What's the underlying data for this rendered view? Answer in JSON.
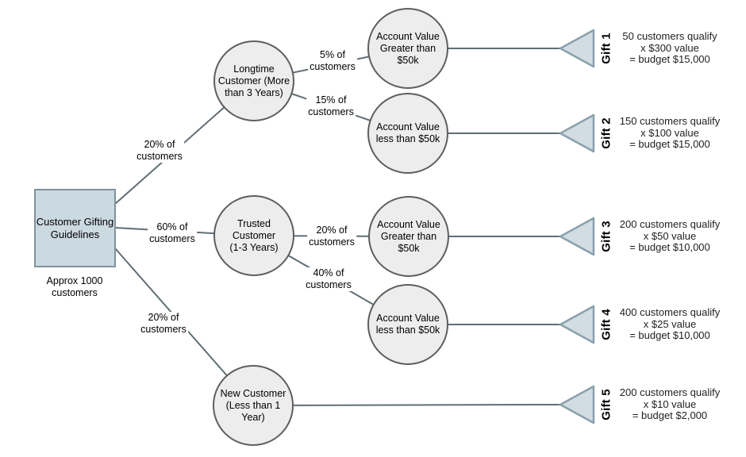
{
  "nodes": {
    "root": "Customer Gifting\nGuidelines",
    "root_caption": "Approx 1000\ncustomers",
    "longtime": "Longtime\nCustomer (More\nthan 3 Years)",
    "longtime_gt": "Account Value\nGreater than\n$50k",
    "longtime_lt": "Account Value\nless than $50k",
    "trusted": "Trusted Customer\n(1-3 Years)",
    "trusted_gt": "Account Value\nGreater than\n$50k",
    "trusted_lt": "Account Value\nless than $50k",
    "new_customer": "New Customer\n(Less than 1\nYear)"
  },
  "edge_labels": {
    "root_longtime": "20% of\ncustomers",
    "root_trusted": "60% of\ncustomers",
    "root_new": "20% of\ncustomers",
    "longtime_gt": "5% of\ncustomers",
    "longtime_lt": "15% of\ncustomers",
    "trusted_gt": "20% of\ncustomers",
    "trusted_lt": "40% of\ncustomers"
  },
  "gifts": [
    {
      "name": "Gift 1",
      "detail": "50 customers qualify\nx $300 value\n= budget $15,000"
    },
    {
      "name": "Gift 2",
      "detail": "150 customers qualify\nx $100 value\n= budget $15,000"
    },
    {
      "name": "Gift 3",
      "detail": "200 customers qualify\nx $50 value\n= budget $10,000"
    },
    {
      "name": "Gift 4",
      "detail": "400 customers qualify\nx $25 value\n= budget $10,000"
    },
    {
      "name": "Gift 5",
      "detail": "200 customers qualify\nx $10 value\n= budget $2,000"
    }
  ],
  "colors": {
    "root_fill": "#cbd9e0",
    "root_border": "#7f939c",
    "circle_fill": "#ededed",
    "circle_border": "#5e5e5e",
    "triangle_fill": "#d2dde3",
    "triangle_border": "#8aa1ac",
    "line": "#5f6e75",
    "background": "#ffffff"
  }
}
